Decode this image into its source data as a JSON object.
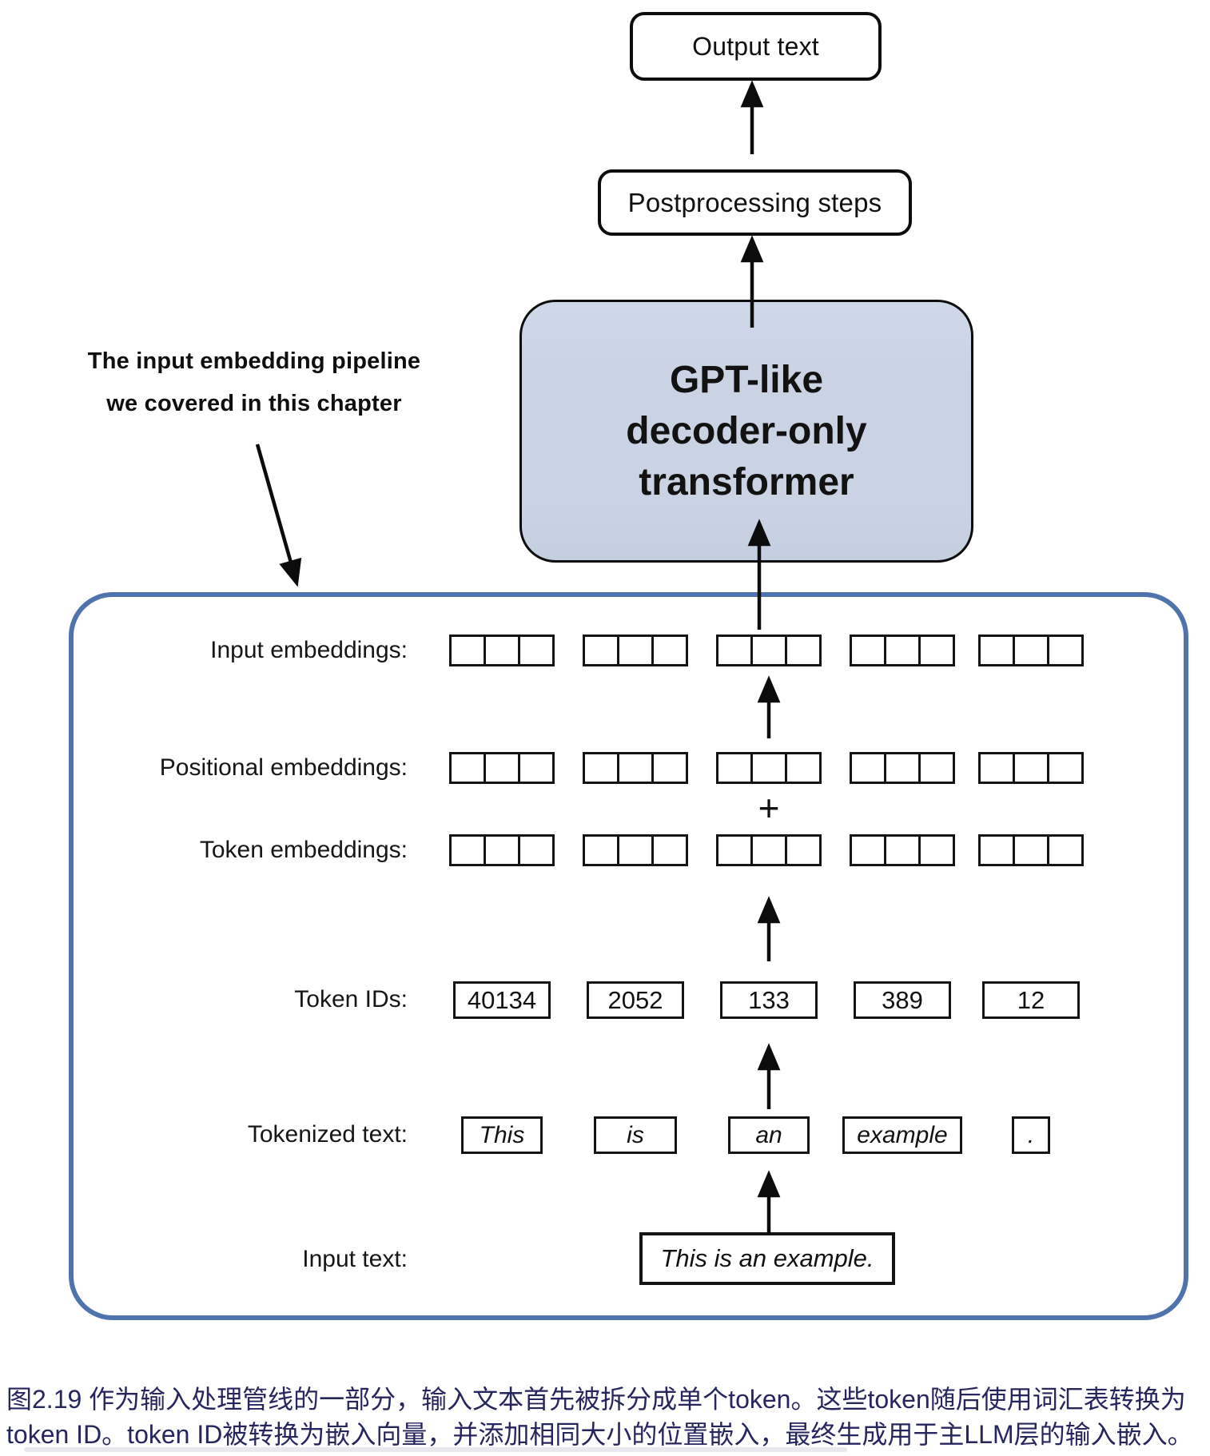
{
  "top_flow": {
    "output_label": "Output text",
    "postprocessing_label": "Postprocessing steps",
    "gpt_lines": [
      "GPT-like",
      "decoder-only",
      "transformer"
    ]
  },
  "annotation": {
    "line1": "The input embedding pipeline",
    "line2": "we covered in this chapter"
  },
  "pipeline": {
    "row_labels": [
      "Input embeddings:",
      "Positional embeddings:",
      "Token embeddings:",
      "Token IDs:",
      "Tokenized text:",
      "Input text:"
    ],
    "plus": "+",
    "num_token_columns": 5,
    "cells_per_embedding": 3,
    "token_ids": [
      "40134",
      "2052",
      "133",
      "389",
      "12"
    ],
    "tokens": [
      "This",
      "is",
      "an",
      "example",
      "."
    ],
    "input_text": "This is an example."
  },
  "colors": {
    "gpt_box_fill": "#c9d3e4",
    "container_border": "#4f74ad",
    "caption_text": "#26265f"
  },
  "caption": {
    "line1": "图2.19 作为输入处理管线的一部分，输入文本首先被拆分成单个token。这些token随后使用词汇表转换为",
    "line2": "token ID。token ID被转换为嵌入向量，并添加相同大小的位置嵌入，最终生成用于主LLM层的输入嵌入。"
  }
}
